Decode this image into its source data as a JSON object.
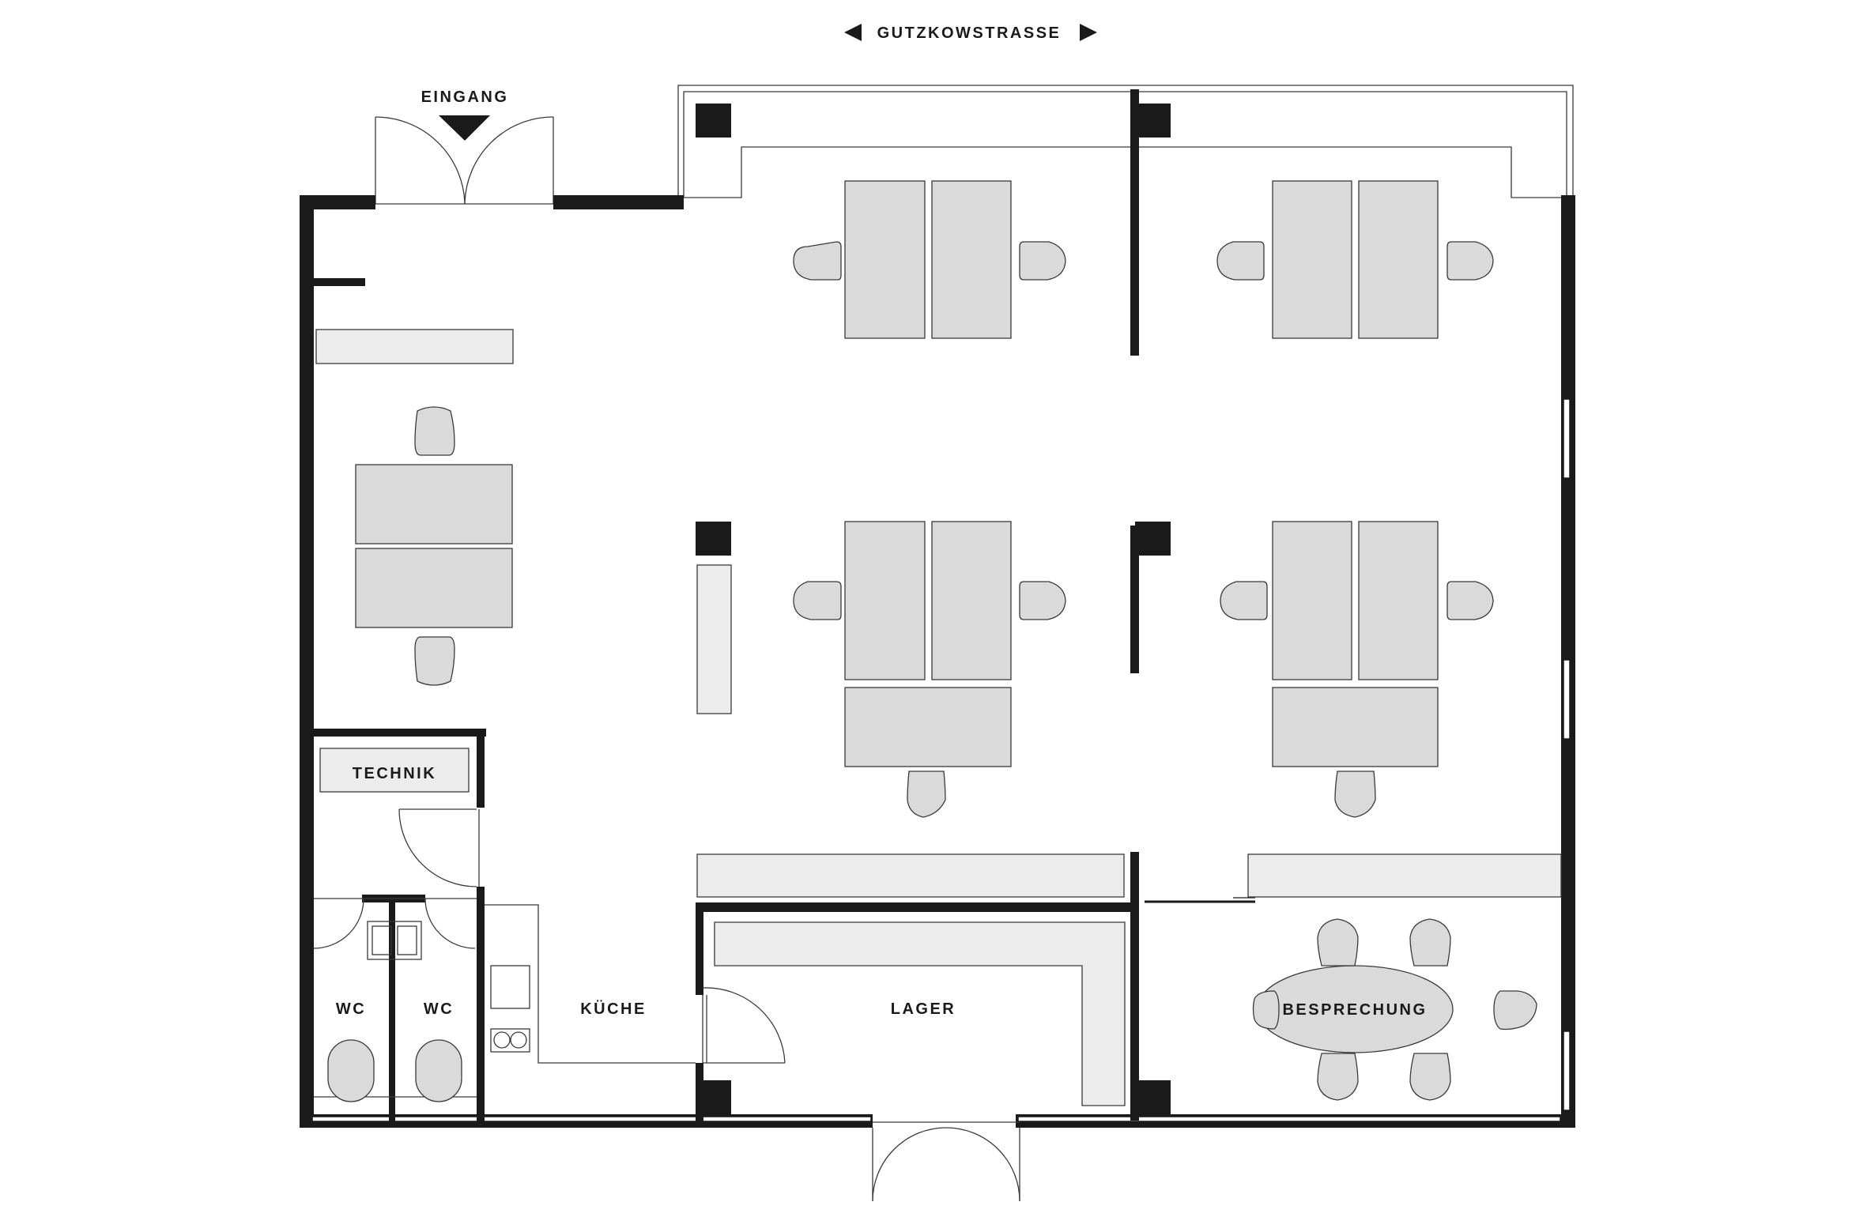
{
  "plan": {
    "street": "GUTZKOWSTRASSE",
    "rooms": {
      "entrance": "EINGANG",
      "technik": "TECHNIK",
      "wc_1": "WC",
      "wc_2": "WC",
      "kueche": "KÜCHE",
      "lager": "LAGER",
      "besprechung": "BESPRECHUNG"
    },
    "icons": {
      "arrow_left": "triangle-left-icon",
      "arrow_right": "triangle-right-icon",
      "entrance_marker": "triangle-down-icon"
    },
    "colors": {
      "wall": "#1a1a1a",
      "furniture": "#dadada",
      "counter": "#ececec",
      "background": "#ffffff"
    }
  }
}
